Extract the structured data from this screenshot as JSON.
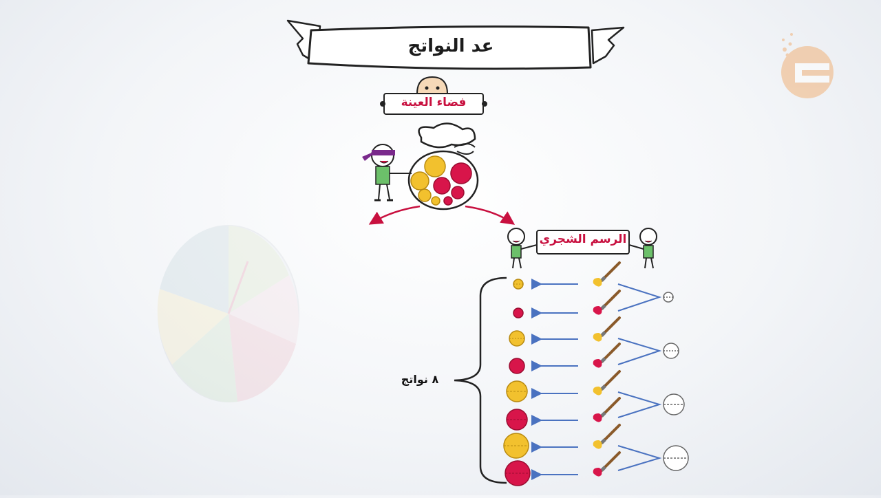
{
  "banner": {
    "title": "عد النواتج"
  },
  "sample_space": {
    "label": "فضاء العينة"
  },
  "tree": {
    "label": "الرسم الشجري"
  },
  "outcomes": {
    "count_label": "٨ نواتج",
    "items": [
      {
        "color": "yellow",
        "size": "small"
      },
      {
        "color": "red",
        "size": "small"
      },
      {
        "color": "yellow",
        "size": "medium"
      },
      {
        "color": "red",
        "size": "medium"
      },
      {
        "color": "yellow",
        "size": "large"
      },
      {
        "color": "red",
        "size": "large"
      },
      {
        "color": "yellow",
        "size": "x-large"
      },
      {
        "color": "red",
        "size": "x-large"
      }
    ]
  },
  "colors": {
    "accent_red": "#c8103f",
    "ball_red": "#d8154a",
    "ball_yellow": "#f2c12e",
    "arrow_blue": "#4a72c0",
    "shirt_green": "#6cc06a",
    "blindfold_purple": "#7a2a8c",
    "logo_orange": "#f0b27a"
  }
}
